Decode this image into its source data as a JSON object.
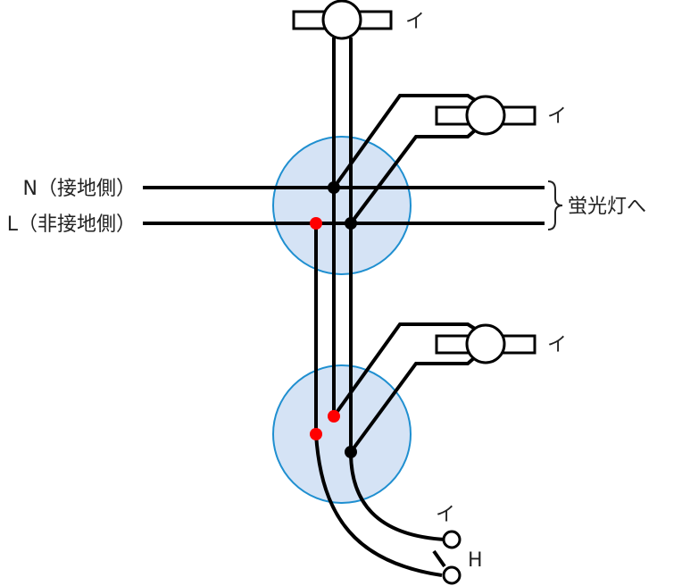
{
  "labels": {
    "neutral": "N（接地側）",
    "live": "L（非接地側）",
    "to_lamp": "蛍光灯へ",
    "lamp_top": "イ",
    "lamp_mid": "イ",
    "lamp_low": "イ",
    "switch_i": "イ",
    "switch_h": "H"
  },
  "colors": {
    "junction_box_fill": "#d5e3f5",
    "junction_box_stroke": "#1f8fd0",
    "live_connection": "#ff0000",
    "neutral_connection": "#000000"
  }
}
